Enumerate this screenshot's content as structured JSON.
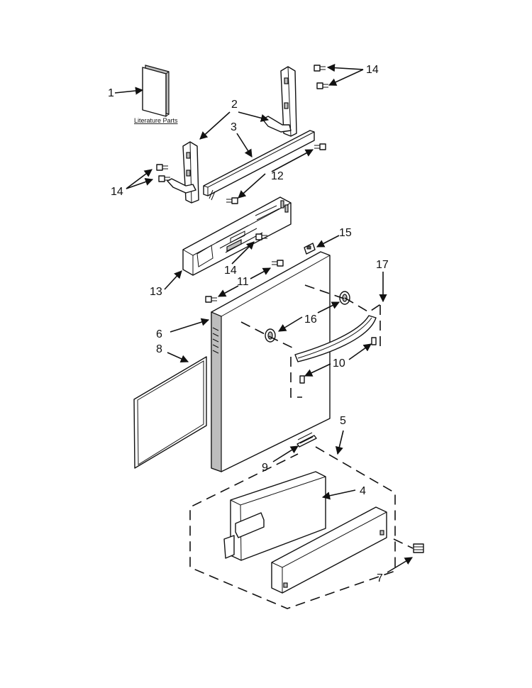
{
  "callouts": {
    "c1": "1",
    "c2": "2",
    "c3": "3",
    "c4": "4",
    "c5": "5",
    "c6": "6",
    "c7": "7",
    "c8": "8",
    "c9": "9",
    "c10": "10",
    "c11": "11",
    "c12": "12",
    "c13": "13",
    "c14a": "14",
    "c14b": "14",
    "c14c": "14",
    "c15": "15",
    "c16": "16",
    "c17": "17"
  },
  "literature_caption": "Literature Parts"
}
